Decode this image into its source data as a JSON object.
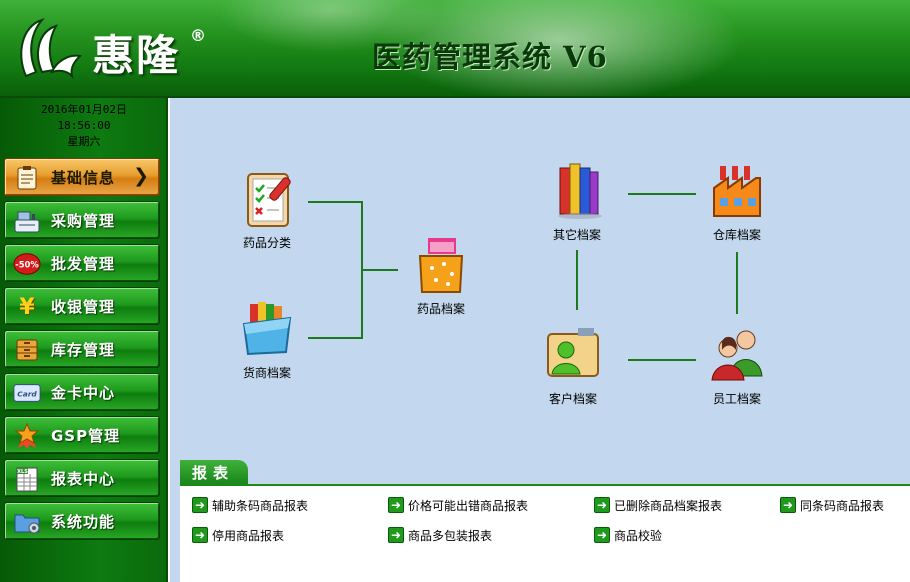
{
  "header": {
    "logo_text": "惠隆",
    "logo_reg": "®",
    "system_title": "医药管理系统 V6"
  },
  "sidebar": {
    "date": "2016年01月02日",
    "time": "18:56:00",
    "weekday": "星期六",
    "items": [
      {
        "label": "基础信息",
        "icon": "clipboard-icon",
        "active": true
      },
      {
        "label": "采购管理",
        "icon": "cash-register-icon",
        "active": false
      },
      {
        "label": "批发管理",
        "icon": "discount-tag-icon",
        "badge": "-50%",
        "active": false
      },
      {
        "label": "收银管理",
        "icon": "yen-icon",
        "badge": "¥",
        "active": false
      },
      {
        "label": "库存管理",
        "icon": "cabinet-icon",
        "active": false
      },
      {
        "label": "金卡中心",
        "icon": "card-icon",
        "badge": "Card",
        "active": false
      },
      {
        "label": "GSP管理",
        "icon": "medal-icon",
        "active": false
      },
      {
        "label": "报表中心",
        "icon": "spreadsheet-icon",
        "badge": "XLS",
        "active": false
      },
      {
        "label": "系统功能",
        "icon": "folder-gear-icon",
        "active": false
      }
    ]
  },
  "diagram": {
    "nodes": {
      "drug_category": "药品分类",
      "supplier_archive": "货商档案",
      "drug_archive": "药品档案",
      "other_archive": "其它档案",
      "warehouse_archive": "仓库档案",
      "customer_archive": "客户档案",
      "employee_archive": "员工档案"
    }
  },
  "reports": {
    "tab_label": "报表",
    "items": [
      "辅助条码商品报表",
      "价格可能出错商品报表",
      "已删除商品档案报表",
      "同条码商品报表",
      "停用商品报表",
      "商品多包装报表",
      "商品校验"
    ]
  },
  "colors": {
    "header_green": "#1f931d",
    "sidebar_green": "#0e7a10",
    "active_orange": "#e89d2e",
    "main_bg": "#c3d8ee",
    "connector": "#1c7a1c"
  }
}
